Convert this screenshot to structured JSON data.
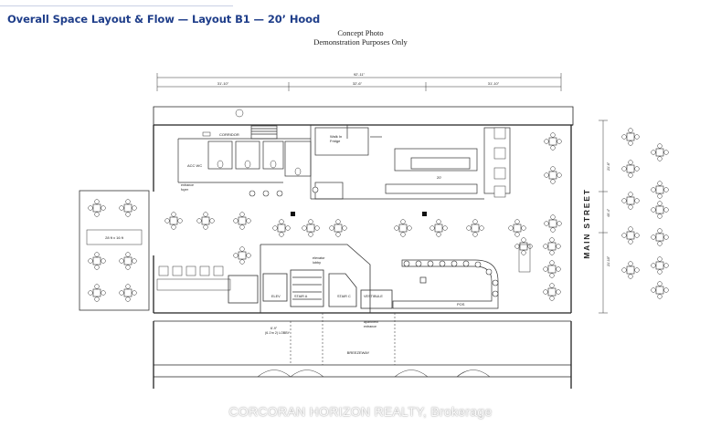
{
  "header": {
    "title": "Overall Space Layout & Flow — Layout B1 — 20’ Hood"
  },
  "caption": {
    "line1": "Concept Photo",
    "line2": "Demonstration Purposes Only"
  },
  "plan": {
    "street_label": "MAIN STREET",
    "dim_overall": "92'-11\"",
    "dim_left": "31'-10\"",
    "dim_mid": "32'-6\"",
    "dim_right": "31'-10\"",
    "dim_side_top": "21'-6\"",
    "dim_side_mid": "40'-4\"",
    "dim_side_bot": "21'-10\"",
    "rooms": {
      "corridor": "CORRIDOR",
      "acc_wc": "ACC WC",
      "walk_in": "Walk In",
      "fridge": "Fridge",
      "hood": "20'",
      "entrance": "entrance",
      "foyer": "foyer",
      "patio": "28 ft x 16 ft",
      "elevator": "elevator",
      "lobby": "lobby",
      "elev": "ELEV",
      "stair_a": "STAIR A",
      "stair_c": "STAIR C",
      "vestibule": "VESTIBULE",
      "pos": "POS",
      "apartment": "apartment",
      "apt_entrance": "entrance",
      "breezeway": "BREEZEWAY",
      "dim_lobby": "6'-9\"",
      "dim_lobby2": "(6.1'm 2) LOBBY"
    }
  },
  "watermark": "CORCORAN HORIZON REALTY, Brokerage"
}
